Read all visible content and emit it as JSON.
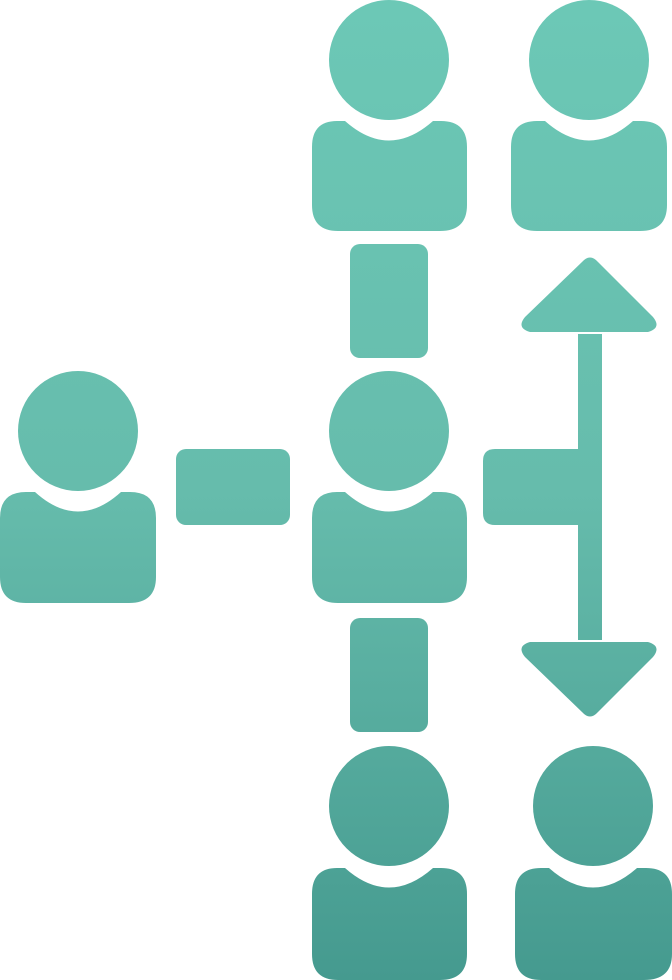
{
  "icon": {
    "name": "organization-hierarchy-icon",
    "colors": {
      "gradient_top": "#6cc8b6",
      "gradient_bottom": "#459a8f",
      "background": "#ffffff"
    },
    "people": [
      {
        "id": "person-top-center"
      },
      {
        "id": "person-top-right"
      },
      {
        "id": "person-left"
      },
      {
        "id": "person-center"
      },
      {
        "id": "person-bottom-center"
      },
      {
        "id": "person-bottom-right"
      }
    ],
    "connectors": [
      {
        "id": "connector-left-to-center"
      },
      {
        "id": "connector-top-to-center"
      },
      {
        "id": "connector-center-to-bottom"
      },
      {
        "id": "connector-center-to-right-arrow"
      }
    ],
    "arrow": {
      "id": "double-headed-arrow",
      "direction": "vertical"
    }
  }
}
